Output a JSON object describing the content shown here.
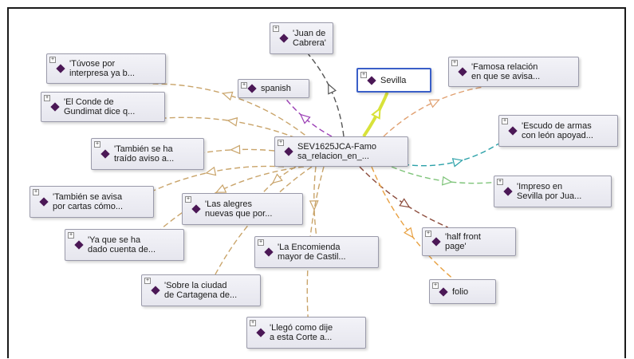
{
  "diagram": {
    "center": "n_center",
    "nodes": [
      {
        "id": "n_center",
        "label": "SEV1625JCA-Famo\nsa_relacion_en_..."
      },
      {
        "id": "n_juan",
        "label": "'Juan de\nCabrera'"
      },
      {
        "id": "n_spanish",
        "label": "spanish"
      },
      {
        "id": "n_sevilla",
        "label": "Sevilla",
        "selected": true
      },
      {
        "id": "n_tuvose",
        "label": "'Túvose por\ninterpresa ya b..."
      },
      {
        "id": "n_conde",
        "label": "'El Conde de\nGundimat dice q..."
      },
      {
        "id": "n_famosa",
        "label": "'Famosa relación\nen que se avisa..."
      },
      {
        "id": "n_escudo",
        "label": "'Escudo de armas\ncon león apoyad..."
      },
      {
        "id": "n_tambien_traido",
        "label": "'También se ha\ntraído aviso a..."
      },
      {
        "id": "n_tambien_avisa",
        "label": "'También se avisa\npor cartas cómo..."
      },
      {
        "id": "n_alegres",
        "label": "'Las alegres\nnuevas que por..."
      },
      {
        "id": "n_impreso",
        "label": "'Impreso en\nSevilla por Jua..."
      },
      {
        "id": "n_yaque",
        "label": "'Ya que se ha\ndado cuenta de..."
      },
      {
        "id": "n_encomienda",
        "label": "'La Encomienda\nmayor de Castil..."
      },
      {
        "id": "n_half",
        "label": "'half front\npage'"
      },
      {
        "id": "n_sobre",
        "label": "'Sobre la ciudad\nde Cartagena de..."
      },
      {
        "id": "n_folio",
        "label": "folio"
      },
      {
        "id": "n_llego",
        "label": "'Llegó como dije\na esta Corte a..."
      }
    ],
    "edges": [
      {
        "to": "n_juan",
        "color": "#555555"
      },
      {
        "to": "n_spanish",
        "color": "#9b3fb5"
      },
      {
        "to": "n_sevilla",
        "color": "#d8e23a",
        "bold": true
      },
      {
        "to": "n_tuvose",
        "color": "#c9a46a"
      },
      {
        "to": "n_conde",
        "color": "#c9a46a"
      },
      {
        "to": "n_famosa",
        "color": "#e0a070"
      },
      {
        "to": "n_escudo",
        "color": "#2aa0a8"
      },
      {
        "to": "n_tambien_traido",
        "color": "#c9a46a"
      },
      {
        "to": "n_tambien_avisa",
        "color": "#c9a46a"
      },
      {
        "to": "n_alegres",
        "color": "#c9a46a"
      },
      {
        "to": "n_impreso",
        "color": "#7fc47a"
      },
      {
        "to": "n_yaque",
        "color": "#c9a46a"
      },
      {
        "to": "n_encomienda",
        "color": "#c9a46a"
      },
      {
        "to": "n_half",
        "color": "#8b4a3a"
      },
      {
        "to": "n_sobre",
        "color": "#c9a46a"
      },
      {
        "to": "n_folio",
        "color": "#e8a040"
      },
      {
        "to": "n_llego",
        "color": "#c9a46a"
      }
    ]
  }
}
